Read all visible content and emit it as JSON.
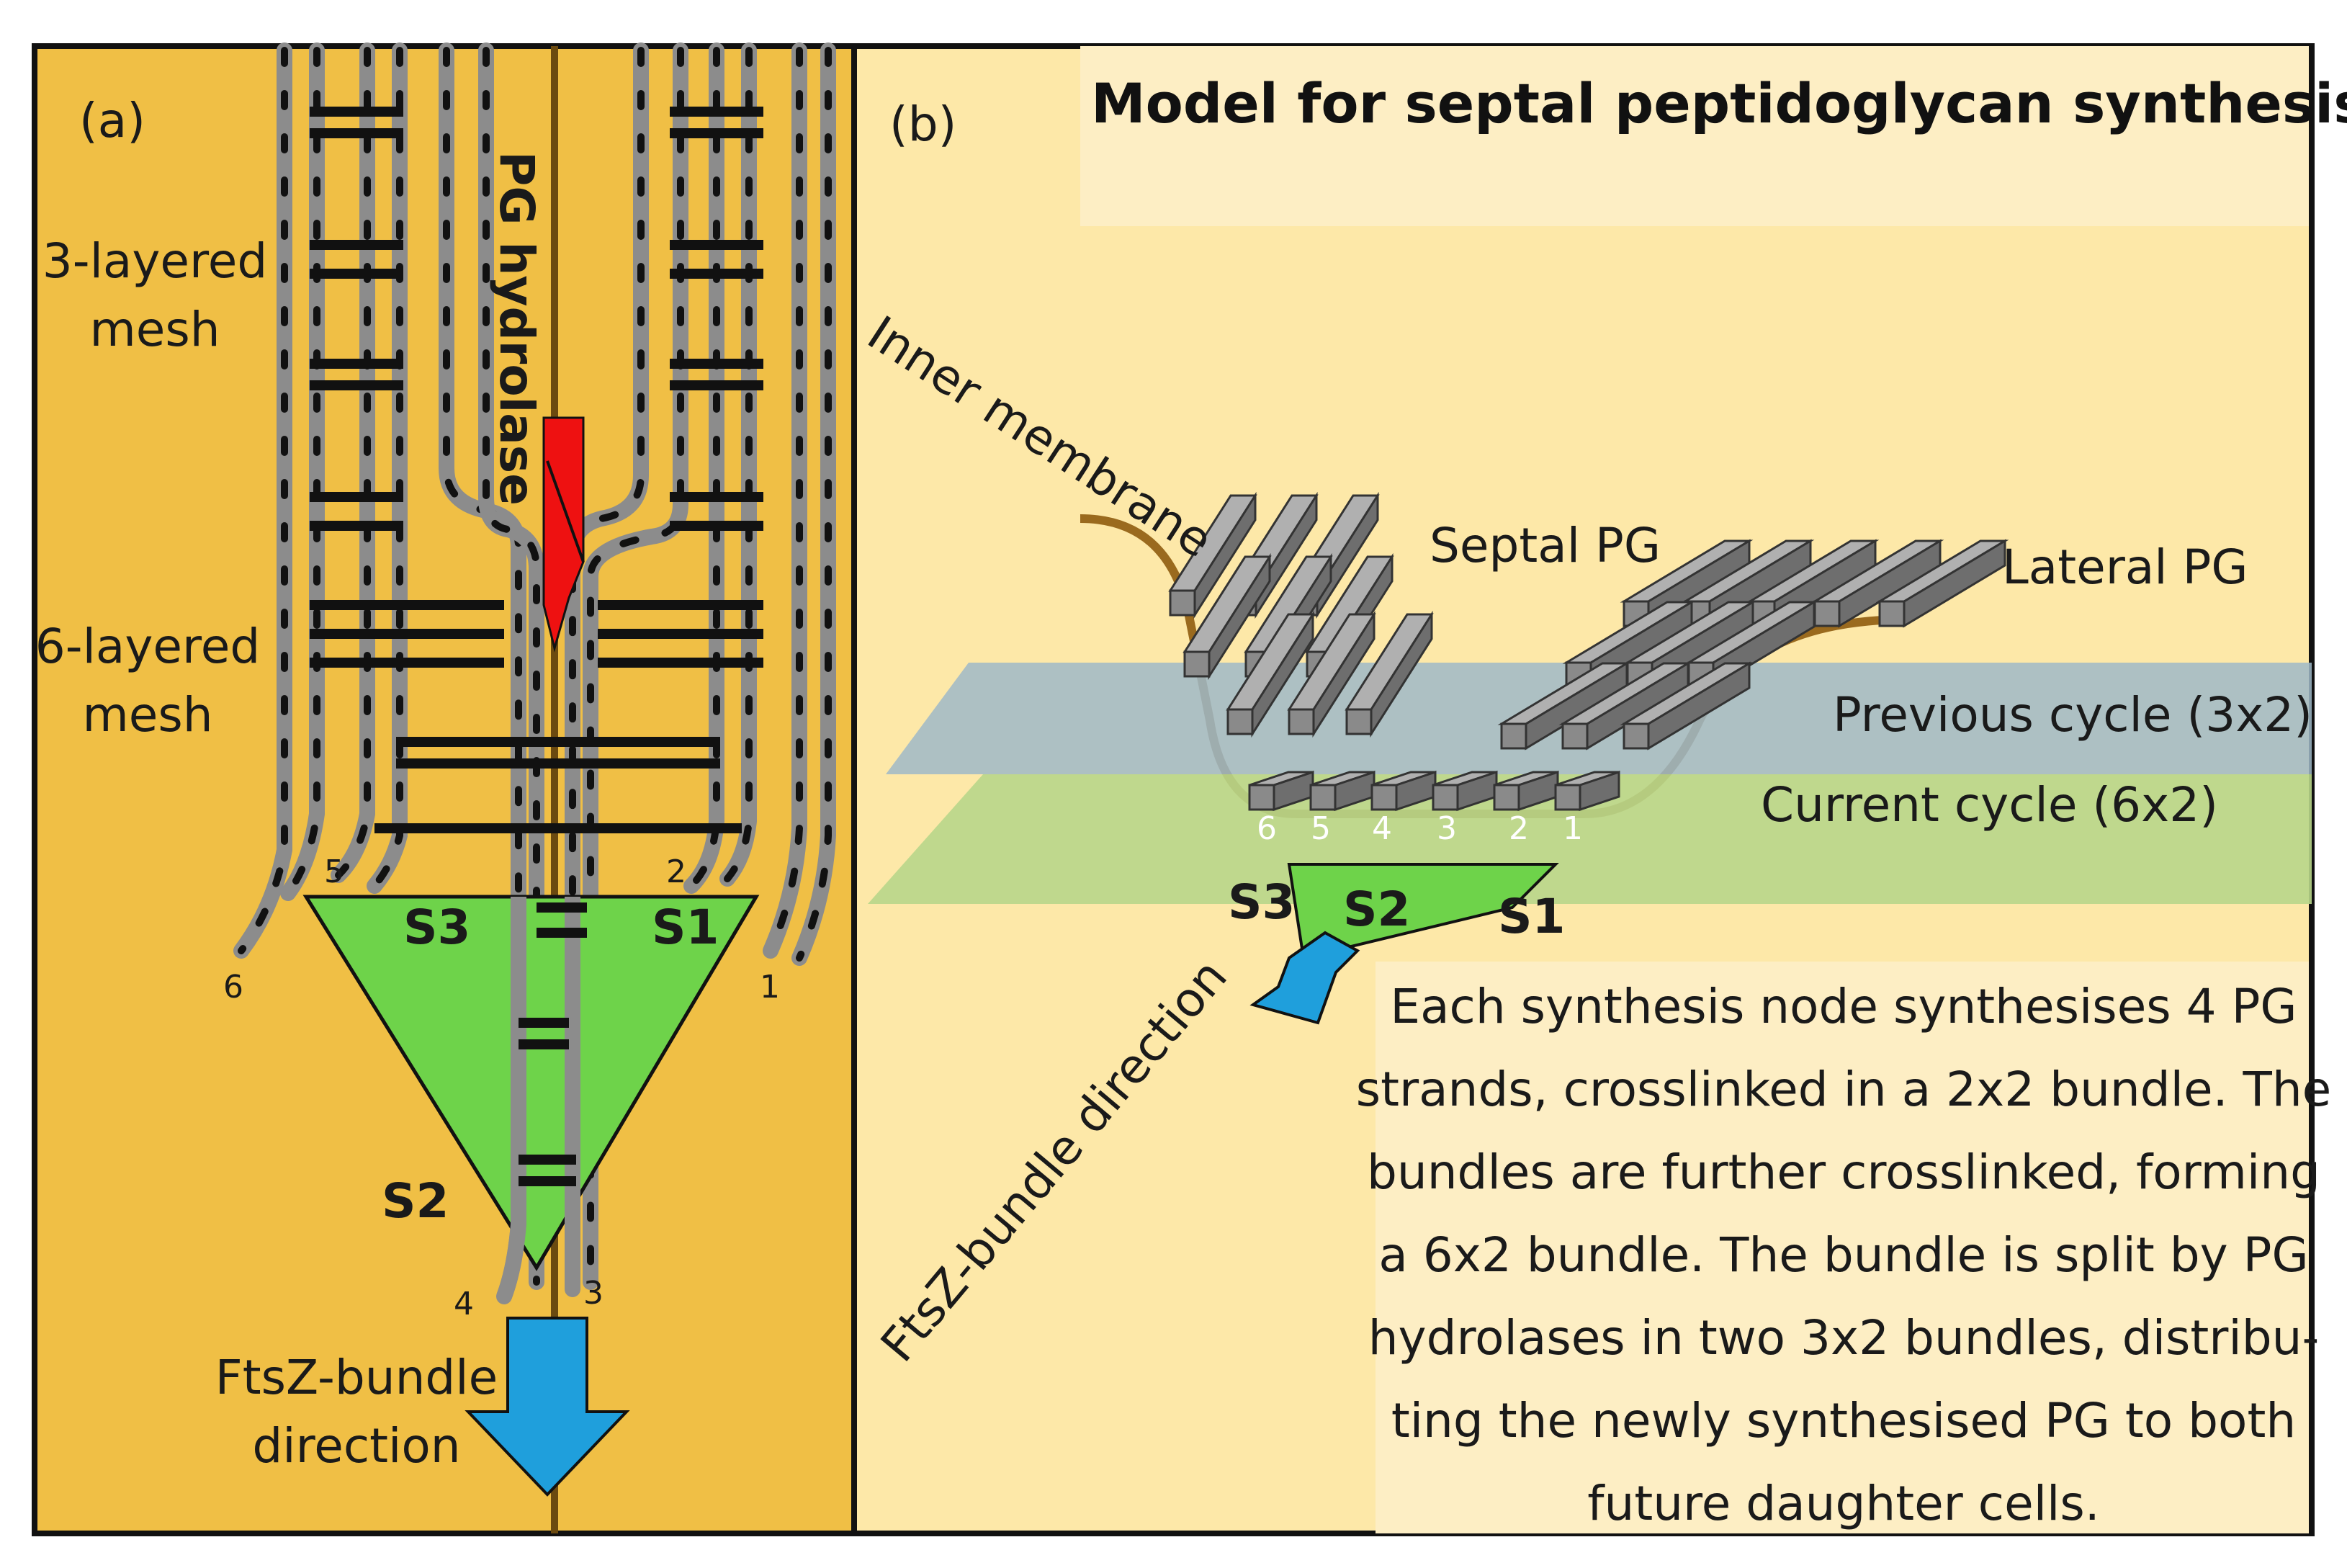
{
  "panel_a": {
    "label": "(a)",
    "mesh_top_line1": "3-layered",
    "mesh_top_line2": "mesh",
    "mesh_mid_line1": "6-layered",
    "mesh_mid_line2": "mesh",
    "hydrolase": "PG hydrolase",
    "strand_numbers": [
      "1",
      "2",
      "3",
      "4",
      "5",
      "6"
    ],
    "nodes": [
      "S1",
      "S2",
      "S3"
    ],
    "direction_line1": "FtsZ-bundle",
    "direction_line2": "direction"
  },
  "panel_b": {
    "label": "(b)",
    "title": "Model for septal peptidoglycan synthesis",
    "inner_membrane": "Inner membrane",
    "septal_pg": "Septal PG",
    "lateral_pg": "Lateral PG",
    "previous_cycle": "Previous cycle (3x2)",
    "current_cycle": "Current cycle (6x2)",
    "strand_numbers": [
      "6",
      "5",
      "4",
      "3",
      "2",
      "1"
    ],
    "nodes": [
      "S3",
      "S2",
      "S1"
    ],
    "direction": "FtsZ-bundle direction",
    "caption_lines": [
      "Each synthesis node synthesises 4 PG",
      "strands, crosslinked in a 2x2 bundle. The",
      "bundles are further crosslinked, forming",
      "a 6x2 bundle. The bundle is split by PG",
      "hydrolases in two 3x2 bundles, distribu-",
      "ting the newly synthesised PG to both",
      "future daughter cells."
    ]
  },
  "colors": {
    "panel_a_bg": "#f0bf45",
    "panel_b_bg": "#fde8a8",
    "title_box": "#fdeec4",
    "node_green": "#6ed34a",
    "arrow_blue": "#1f9fdc",
    "hydrolase_red": "#ee1111",
    "strand_gray": "#8c8c8c",
    "membrane_brown": "#9a6a1e"
  }
}
